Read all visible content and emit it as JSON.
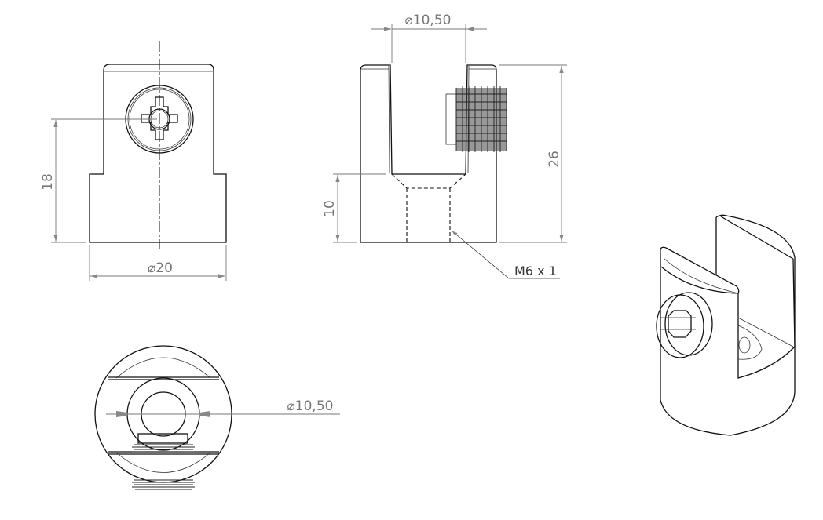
{
  "drawing": {
    "front_view": {
      "height_dim": "18",
      "diameter_dim": "⌀20"
    },
    "side_view": {
      "slot_diameter_dim": "⌀10,50",
      "total_height_dim": "26",
      "base_height_dim": "10",
      "thread_callout": "M6 x 1"
    },
    "bottom_view": {
      "hole_diameter_dim": "⌀10,50"
    },
    "colors": {
      "line": "#111111",
      "dimension": "#777777"
    }
  }
}
